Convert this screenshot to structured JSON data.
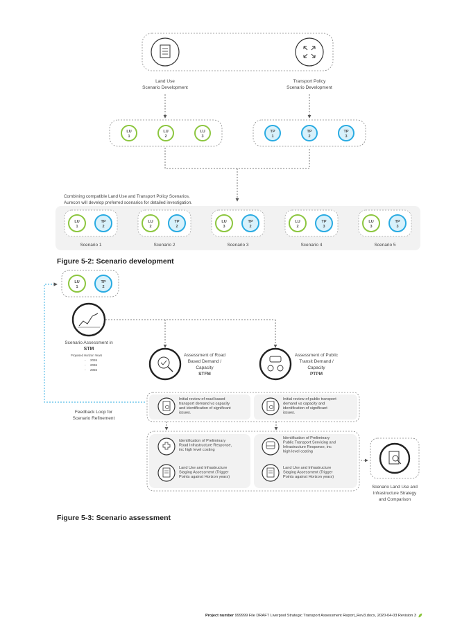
{
  "fig2": {
    "land_use_label_l1": "Land Use",
    "land_use_label_l2": "Scenario Development",
    "transport_label_l1": "Transport Policy",
    "transport_label_l2": "Scenario Development",
    "lu_circles": [
      {
        "line1": "LU",
        "line2": "1"
      },
      {
        "line1": "LU",
        "line2": "2"
      },
      {
        "line1": "LU",
        "line2": "3"
      }
    ],
    "tp_circles": [
      {
        "line1": "TP",
        "line2": "1"
      },
      {
        "line1": "TP",
        "line2": "2"
      },
      {
        "line1": "TP",
        "line2": "3"
      }
    ],
    "combining_line1": "Combining compatible Land Use and Transport Policy Scenarios,",
    "combining_line2": "Aurecon will develop preferred scenarios for detailed investigation.",
    "scenarios": [
      {
        "name": "Scenario 1",
        "lu": "1",
        "tp": "2"
      },
      {
        "name": "Scenario 2",
        "lu": "2",
        "tp": "2"
      },
      {
        "name": "Scenario 3",
        "lu": "3",
        "tp": "2"
      },
      {
        "name": "Scenario 4",
        "lu": "2",
        "tp": "3"
      },
      {
        "name": "Scenario 5",
        "lu": "3",
        "tp": "3"
      }
    ],
    "lu_prefix": "LU",
    "tp_prefix": "TP",
    "caption": "Figure 5-2: Scenario development"
  },
  "fig3": {
    "top_lu": {
      "line1": "LU",
      "line2": "1"
    },
    "top_tp": {
      "line1": "TP",
      "line2": "2"
    },
    "assessment_l1": "Scenario Assessment in",
    "assessment_l2": "STM",
    "horizon_title": "Proposed Horizon Years",
    "horizon_years": [
      "2026",
      "2036",
      "2056"
    ],
    "feedback_l1": "Feedback Loop for",
    "feedback_l2": "Scenario Refinement",
    "road_l1": "Assessment of Road",
    "road_l2": "Based Demand /",
    "road_l3": "Capacity",
    "road_l4": "STFM",
    "pt_l1": "Assessment of Public",
    "pt_l2": "Transit Demand /",
    "pt_l3": "Capacity",
    "pt_l4": "PTPM",
    "road_review": [
      "Initial review of road based",
      "transport demand vs capacity",
      "and identification of significant",
      "issues."
    ],
    "pt_review": [
      "Initial review of public transport",
      "demand vs capacity and",
      "identification of significant",
      "issues."
    ],
    "road_prelim": [
      "Identification of Preliminary",
      "Road Infrastructure Response,",
      "inc high level costing"
    ],
    "pt_prelim": [
      "Identification of Preliminary",
      "Public Transport Servicing and",
      "Infrastructure Response, inc",
      "high level costing"
    ],
    "road_staging": [
      "Land Use and Infrastructure",
      "Staging Assessment (Trigger",
      "Points against Horizon years)"
    ],
    "pt_staging": [
      "Land Use and Infrastructure",
      "Staging Assessment (Trigger",
      "Points against Horizon years)"
    ],
    "strategy": [
      "Scenario Land Use and",
      "Infrastructure Strategy",
      "and Comparison"
    ],
    "caption": "Figure 5-3: Scenario assessment"
  },
  "footer": {
    "label": "Project number",
    "number": "999999",
    "file_text": "File DRAFT Liverpool Strategic Transport Assessment Report_Rev3.docx, 2020-04-03 Revision 3"
  },
  "colors": {
    "lu_green": "#8cc63f",
    "tp_blue": "#29abe2",
    "tp_fill": "#d8f1fb",
    "box_fill": "#f2f2f2",
    "dash": "#666666"
  }
}
